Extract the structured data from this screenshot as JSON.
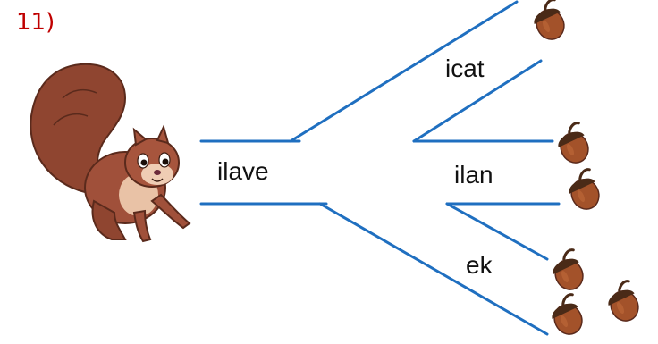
{
  "question_number": "11)",
  "words": {
    "root": "ilave",
    "upper": "icat",
    "middle": "ilan",
    "lower": "ek"
  },
  "colors": {
    "line": "#1f6fc0",
    "number": "#c00000",
    "acorn_cap": "#4a2a17",
    "acorn_nut": "#a3522a",
    "squirrel": "#9b4c37"
  },
  "icons": {
    "squirrel": "squirrel-illustration",
    "acorn": "acorn-icon"
  }
}
